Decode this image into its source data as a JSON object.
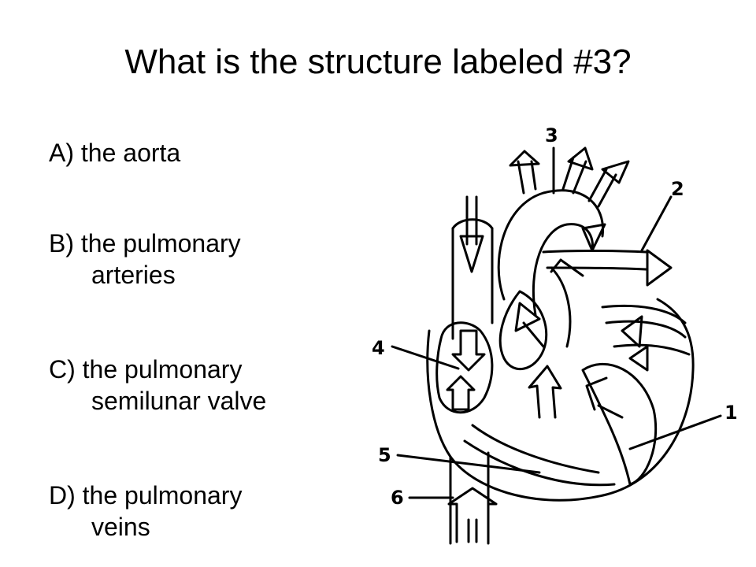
{
  "slide": {
    "title": "What is the structure labeled #3?",
    "options": [
      {
        "letter": "A)",
        "line1": "the aorta",
        "line2": ""
      },
      {
        "letter": "B)",
        "line1": "the pulmonary",
        "line2": "arteries"
      },
      {
        "letter": "C)",
        "line1": "the pulmonary",
        "line2": "semilunar valve"
      },
      {
        "letter": "D)",
        "line1": "the pulmonary",
        "line2": "veins"
      }
    ]
  },
  "diagram": {
    "labels": [
      "1",
      "2",
      "3",
      "4",
      "5",
      "6"
    ]
  }
}
